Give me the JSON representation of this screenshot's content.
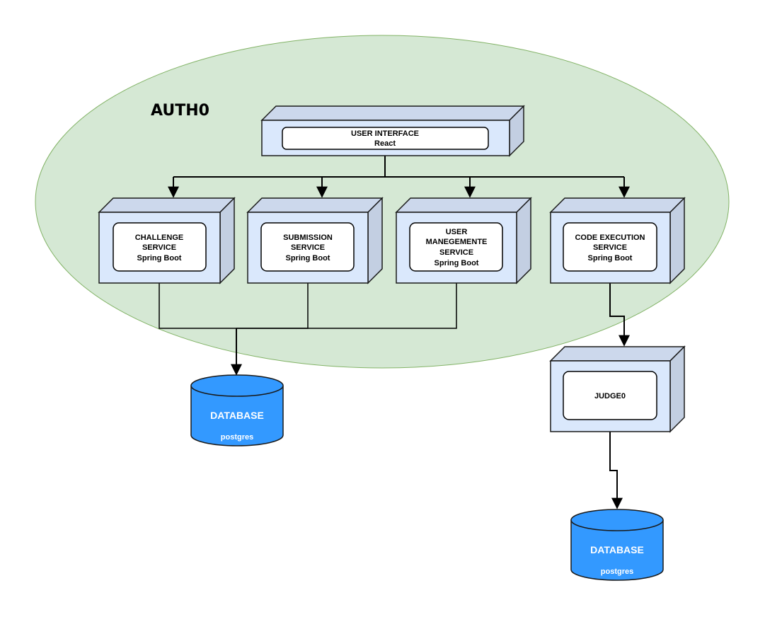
{
  "colors": {
    "zone_fill": "#d5e8d4",
    "zone_stroke": "#82b366",
    "box_front": "#dae8fc",
    "box_side": "#c3cfe2",
    "box_top": "#ccd8ec",
    "box_stroke": "#1a1a1a",
    "db_fill": "#3399ff",
    "db_stroke": "#1a1a1a",
    "edge": "#000000"
  },
  "zone": {
    "label": "AUTH0"
  },
  "nodes": {
    "ui": {
      "lines": [
        "USER INTERFACE",
        "React"
      ]
    },
    "challenge": {
      "lines": [
        "CHALLENGE",
        "SERVICE",
        "Spring Boot"
      ]
    },
    "submission": {
      "lines": [
        "SUBMISSION",
        "SERVICE",
        "Spring Boot"
      ]
    },
    "user_mgmt": {
      "lines": [
        "USER",
        "MANEGEMENTE",
        "SERVICE",
        "Spring Boot"
      ]
    },
    "code_exec": {
      "lines": [
        "CODE EXECUTION",
        "SERVICE",
        "Spring Boot"
      ]
    },
    "judge": {
      "lines": [
        "JUDGE0"
      ]
    }
  },
  "databases": {
    "db_main": {
      "title": "DATABASE",
      "subtitle": "postgres"
    },
    "db_judge": {
      "title": "DATABASE",
      "subtitle": "postgres"
    }
  }
}
